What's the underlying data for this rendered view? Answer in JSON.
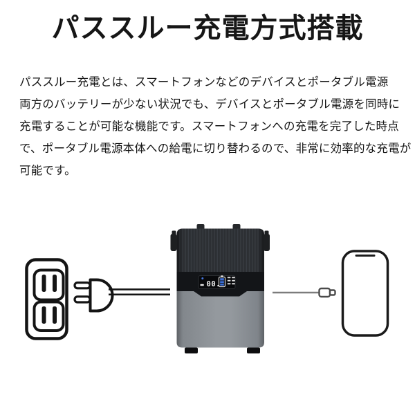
{
  "header": {
    "title": "パススルー充電方式搭載"
  },
  "description": {
    "lines": [
      "パススルー充電とは、スマートフォンなどのデバイスとポータブル電源",
      "両方のバッテリーが少ない状況でも、デバイスとポータブル電源を同時に",
      "充電することが可能な機能です。スマートフォンへの充電を完了した時点",
      "で、ポータブル電源本体への給電に切り替わるので、非常に効率的な充電が",
      "可能です。"
    ]
  },
  "diagram": {
    "display": {
      "reading": "00."
    },
    "icons": {
      "outlet": "wall-outlet-icon",
      "plug": "ac-plug-icon",
      "ac_cable": "ac-cable",
      "station": "portable-power-station",
      "usb_cable": "usb-cable",
      "connector": "usb-connector-icon",
      "phone": "smartphone-icon",
      "battery": "battery-level-icon"
    },
    "colors": {
      "station_top": "#2c2f33",
      "station_band": "#131518",
      "station_body": "#94999e",
      "battery_indicator": "#3d6fd6",
      "usb_cable_gray": "#7c7c7c",
      "outline": "#141414",
      "text": "#161616"
    }
  }
}
